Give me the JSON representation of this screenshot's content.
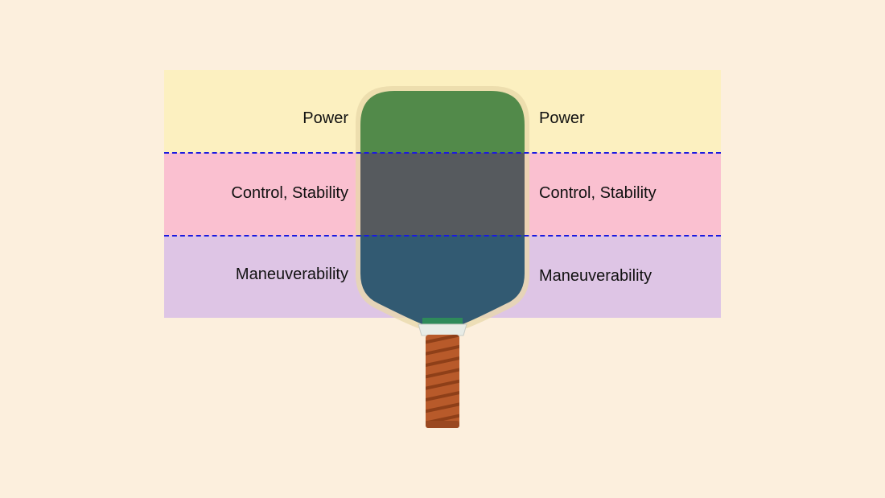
{
  "zones": [
    {
      "id": "power",
      "left_label": "Power",
      "right_label": "Power",
      "color": "#fcf0c0"
    },
    {
      "id": "control",
      "left_label": "Control, Stability",
      "right_label": "Control, Stability",
      "color": "#fac0d0"
    },
    {
      "id": "maneuverability",
      "left_label": "Maneuverability",
      "right_label": "Maneuverability",
      "color": "#dec5e5"
    }
  ],
  "divider_color": "#1a1ae0",
  "paddle": {
    "face_colors": [
      "#528a4a",
      "#565a5e",
      "#325a72"
    ],
    "edge_guard_color": "#e8d8a8",
    "handle_color": "#b85a2a",
    "collar_color": "#e8ece6",
    "icon": "pickleball-paddle-icon"
  }
}
